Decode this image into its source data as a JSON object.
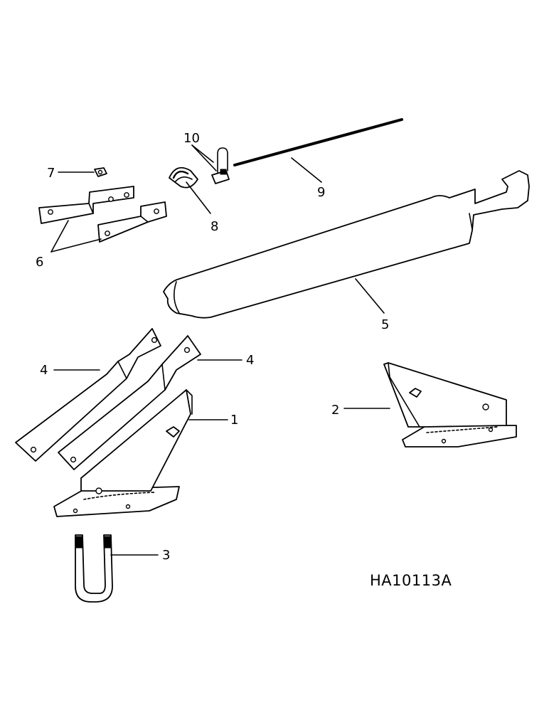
{
  "callouts": {
    "c1": "1",
    "c2": "2",
    "c3": "3",
    "c4a": "4",
    "c4b": "4",
    "c5": "5",
    "c6": "6",
    "c7": "7",
    "c8": "8",
    "c9": "9",
    "c10": "10"
  },
  "drawing_id": "HA10113A"
}
